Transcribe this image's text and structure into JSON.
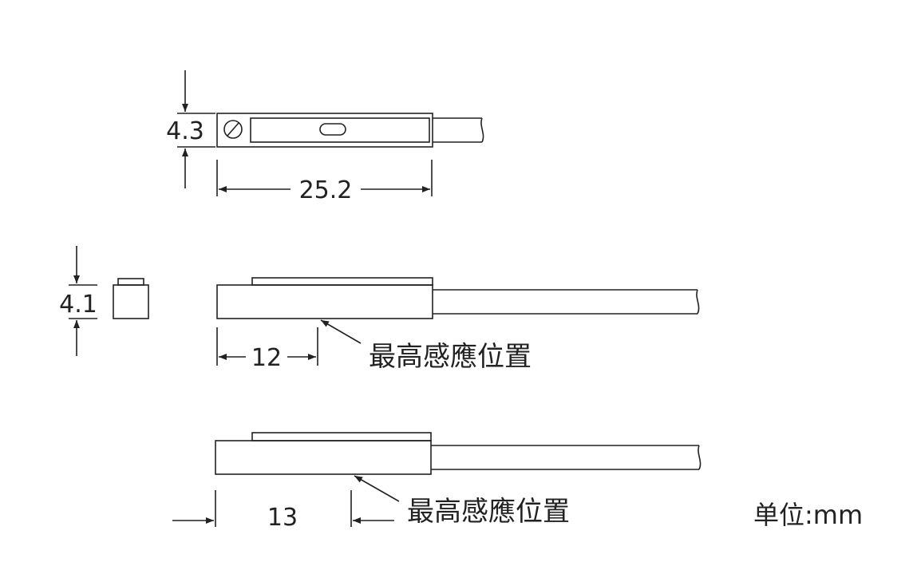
{
  "top_view": {
    "height_label": "4.3",
    "length_label": "25.2"
  },
  "side_view_1": {
    "width_label": "4.1",
    "offset_label": "12",
    "sensing_label": "最高感應位置"
  },
  "side_view_2": {
    "offset_label": "13",
    "sensing_label": "最高感應位置"
  },
  "unit_label": "单位:mm"
}
